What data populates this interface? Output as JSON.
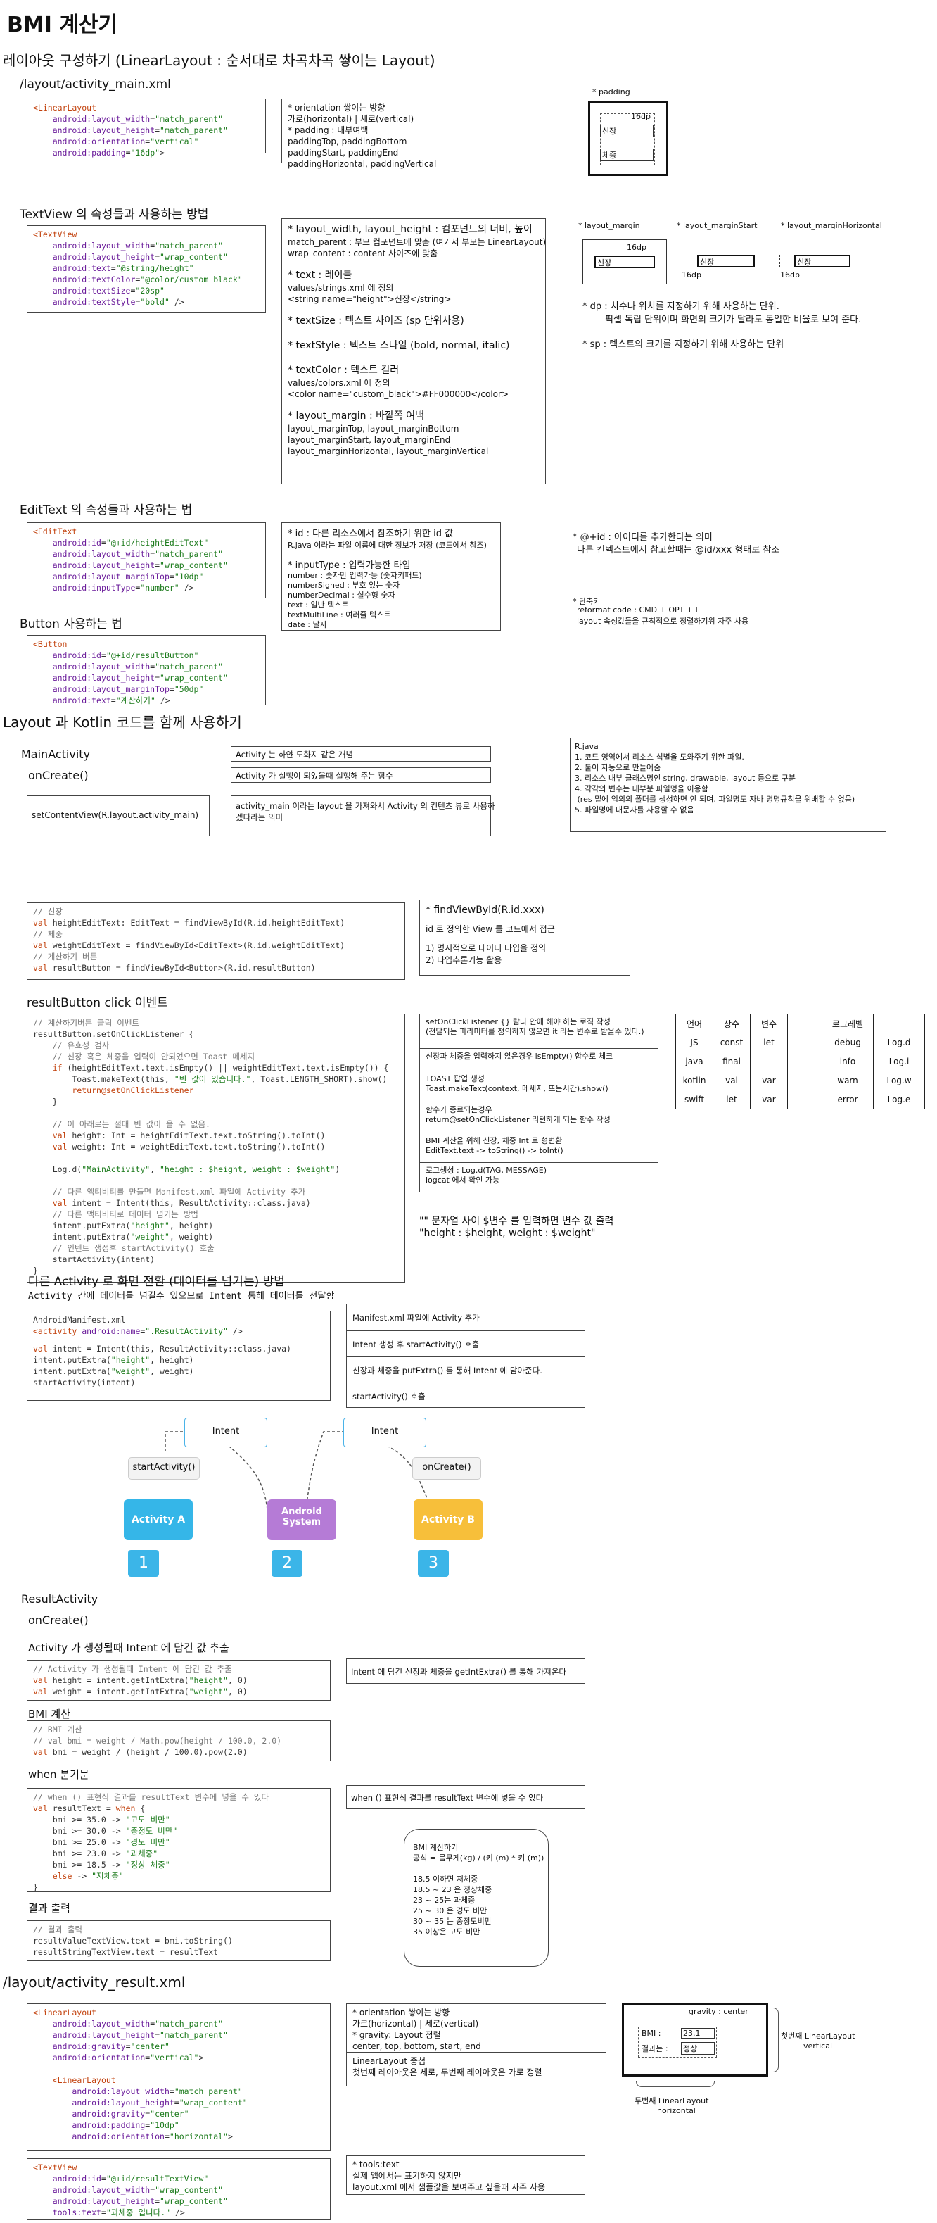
{
  "title": "BMI 계산기",
  "sec_layout": "레이아웃 구성하기 (LinearLayout : 순서대로 차곡차곡 쌓이는 Layout)",
  "sub_main_xml": "/layout/activity_main.xml",
  "code_linear": [
    "<LinearLayout",
    "    android:layout_width=\"match_parent\"",
    "    android:layout_height=\"match_parent\"",
    "    android:orientation=\"vertical\"",
    "    android:padding=\"16dp\">"
  ],
  "note_linear": [
    "* orientation 쌓이는 방향",
    "가로(horizontal) | 세로(vertical)",
    "* padding : 내부여백",
    "paddingTop, paddingBottom",
    "paddingStart, paddingEnd",
    "paddingHorizontal, paddingVertical"
  ],
  "pad_diagram": {
    "label": "* padding",
    "dp": "16dp",
    "item1": "신장",
    "item2": "체중"
  },
  "sub_textview": "TextView 의 속성들과 사용하는 방법",
  "code_textview": [
    "<TextView",
    "    android:layout_width=\"match_parent\"",
    "    android:layout_height=\"wrap_content\"",
    "    android:text=\"@string/height\"",
    "    android:textColor=\"@color/custom_black\"",
    "    android:textSize=\"20sp\"",
    "    android:textStyle=\"bold\" />"
  ],
  "note_textview": {
    "p1_title": "* layout_width, layout_height : 컴포넌트의 너비, 높이",
    "p1_lines": [
      "match_parent : 부모 컴포넌트에 맞춤 (여기서 부모는 LinearLayout)",
      "wrap_content : content 사이즈에 맞춤"
    ],
    "p2_title": "* text : 레이블",
    "p2_lines": [
      "values/strings.xml 에 정의",
      "<string name=\"height\">신장</string>"
    ],
    "p3_title": "* textSize : 텍스트 사이즈 (sp 단위사용)",
    "p4_title": "* textStyle : 텍스트 스타일 (bold, normal, italic)",
    "p5_title": "* textColor : 텍스트 컬러",
    "p5_lines": [
      "values/colors.xml 에 정의",
      "<color name=\"custom_black\">#FF000000</color>"
    ],
    "p6_title": "* layout_margin : 바깥쪽 여백",
    "p6_lines": [
      "layout_marginTop, layout_marginBottom",
      "layout_marginStart, layout_marginEnd",
      "layout_marginHorizontal, layout_marginVertical"
    ]
  },
  "margin_diagram": {
    "l1": "* layout_margin",
    "l2": "* layout_marginStart",
    "l3": "* layout_marginHorizontal",
    "dp": "16dp",
    "item": "신장"
  },
  "unit_notes": {
    "dp1": "* dp : 치수나 위치를 지정하기 위해 사용하는 단위.",
    "dp2": "픽셀 독립 단위이며 화면의 크기가 달라도 동일한 비율로 보여 준다.",
    "sp": "* sp : 텍스트의 크기를 지정하기 위해 사용하는 단위"
  },
  "sub_edittext": "EditText 의 속성들과 사용하는 법",
  "code_edittext": [
    "<EditText",
    "    android:id=\"@+id/heightEditText\"",
    "    android:layout_width=\"match_parent\"",
    "    android:layout_height=\"wrap_content\"",
    "    android:layout_marginTop=\"10dp\"",
    "    android:inputType=\"number\" />"
  ],
  "note_edittext": {
    "t1": "* id : 다른 리소스에서 참조하기 위한 id 값",
    "l1": "R.java 이라는 파일 이름에 대한 정보가 저장 (코드에서 참조)",
    "t2": "* inputType : 입력가능한 타입",
    "l2": [
      "number : 숫자만 입력가능 (숫자키패드)",
      "numberSigned : 부호 있는 숫자",
      "numberDecimal : 실수형 숫자",
      "text : 일반 텍스트",
      "textMultiLine : 여러줄 텍스트",
      "date : 날자"
    ]
  },
  "id_note": {
    "l1": "* @+id : 아이디를 추가한다는 의미",
    "l2": "다른 컨텍스트에서 참고할때는 @id/xxx 형태로 참조"
  },
  "shortcut": {
    "l1": "* 단축키",
    "l2": "reformat code : CMD + OPT + L",
    "l3": "layout 속성값들을 규칙적으로 정렬하기위 자주 사용"
  },
  "sub_button": "Button 사용하는 법",
  "code_button": [
    "<Button",
    "    android:id=\"@+id/resultButton\"",
    "    android:layout_width=\"match_parent\"",
    "    android:layout_height=\"wrap_content\"",
    "    android:layout_marginTop=\"50dp\"",
    "    android:text=\"계산하기\" />"
  ],
  "sec_kotlin": "Layout 과 Kotlin 코드를 함께 사용하기",
  "main_activity": "MainActivity",
  "on_create": "onCreate()",
  "note_activity": "Activity 는 하얀 도화지 같은 개념",
  "note_oncreate": "Activity 가 실행이 되었을때 실행해 주는 함수",
  "set_content": "setContentView(R.layout.activity_main)",
  "note_setcontent": [
    "activity_main 이라는 layout 을 가져와서 Activity 의 컨텐츠 뷰로 사용하",
    "겠다라는 의미"
  ],
  "rjava": [
    "R.java",
    "1. 코드 영역에서 리소스 식별을 도와주기 위한 파일.",
    "2. 툴이 자동으로 만들어줌",
    "3. 리소스 내부 클래스명인 string, drawable, layout 등으로 구분",
    "4. 각각의 변수는 대부분 파일명을 이용함",
    " (res 밑에 임의의 폴더를 생성하면 안 되며, 파일명도 자바 명명규칙을 위배할 수 없음)",
    "5. 파일명에 대문자를 사용할 수 없음"
  ],
  "code_find": [
    "// 신장",
    "val heightEditText: EditText = findViewById(R.id.heightEditText)",
    "// 체중",
    "val weightEditText = findViewById<EditText>(R.id.weightEditText)",
    "// 계산하기 버튼",
    "val resultButton = findViewById<Button>(R.id.resultButton)"
  ],
  "note_find": {
    "t": "* findViewById(R.id.xxx)",
    "l1": "id 로 정의한 View 를 코드에서 접근",
    "l2": "1) 명시적으로 데이터 타입을 정의",
    "l3": "2) 타입추론기능 활용"
  },
  "sub_click": "resultButton click 이벤트",
  "code_click": [
    "// 계산하기버튼 클릭 이벤트",
    "resultButton.setOnClickListener {",
    "    // 유효성 검사",
    "    // 신장 혹은 체중을 입력이 안되었으면 Toast 메세지",
    "    if (heightEditText.text.isEmpty() || weightEditText.text.isEmpty()) {",
    "        Toast.makeText(this, \"빈 값이 있습니다.\", Toast.LENGTH_SHORT).show()",
    "        return@setOnClickListener",
    "    }",
    "",
    "    // 이 아래로는 절대 빈 값이 올 수 없음.",
    "    val height: Int = heightEditText.text.toString().toInt()",
    "    val weight: Int = weightEditText.text.toString().toInt()",
    "",
    "    Log.d(\"MainActivity\", \"height : $height, weight : $weight\")",
    "",
    "    // 다른 액티비티를 만들면 Manifest.xml 파일에 Activity 추가",
    "    val intent = Intent(this, ResultActivity::class.java)",
    "    // 다른 액티비티로 데이터 넘기는 방법",
    "    intent.putExtra(\"height\", height)",
    "    intent.putExtra(\"weight\", weight)",
    "    // 인텐트 생성후 startActivity() 호출",
    "    startActivity(intent)",
    "}"
  ],
  "click_notes": [
    [
      "setOnClickListener {} 람다 안에 해야 하는 로직 작성",
      "(전달되는 파라미터를 정의하지 않으면 it 라는 변수로 받을수 있다.)"
    ],
    [
      "신장과 체중을 입력하지 않은경우 isEmpty() 함수로 체크"
    ],
    [
      "TOAST 팝업 생성",
      "Toast.makeText(context, 메세지, 뜨는시간).show()"
    ],
    [
      "함수가 종료되는경우",
      "return@setOnClickListener 리턴하게 되는 함수 작성"
    ],
    [
      "BMI 계산을 위해 신장, 체중 Int 로 형변환",
      "EditText.text -> toString() -> toInt()"
    ],
    [
      "로그생성 : Log.d(TAG, MESSAGE)",
      "logcat 에서 확인 가능"
    ]
  ],
  "table_lang": [
    [
      "언어",
      "상수",
      "변수"
    ],
    [
      "JS",
      "const",
      "let"
    ],
    [
      "java",
      "final",
      "-"
    ],
    [
      "kotlin",
      "val",
      "var"
    ],
    [
      "swift",
      "let",
      "var"
    ]
  ],
  "table_log": [
    [
      "로그레벨",
      ""
    ],
    [
      "debug",
      "Log.d"
    ],
    [
      "info",
      "Log.i"
    ],
    [
      "warn",
      "Log.w"
    ],
    [
      "error",
      "Log.e"
    ]
  ],
  "dollar_note": {
    "l1": "\"\" 문자열 사이 $변수 를 입력하면 변수 값 출력",
    "l2": "\"height : $height, weight : $weight\""
  },
  "sec_intent": "다른 Activity 로 화면 전환 (데이터를 넘기는) 방법",
  "sec_intent_sub": "Activity 간에 데이터를 넘길수 있으므로 Intent 통해 데이터를 전달함",
  "code_manifest": [
    "AndroidManifest.xml",
    "<activity android:name=\".ResultActivity\" />"
  ],
  "code_intent": [
    "val intent = Intent(this, ResultActivity::class.java)",
    "intent.putExtra(\"height\", height)",
    "intent.putExtra(\"weight\", weight)",
    "startActivity(intent)"
  ],
  "intent_notes": [
    "Manifest.xml 파일에 Activity 추가",
    "Intent 생성 후 startActivity() 호출",
    "신장과 체중을 putExtra() 를 통해 Intent 에 담아준다.",
    "startActivity() 호출"
  ],
  "flow": {
    "intent": "Intent",
    "start": "startActivity()",
    "oncreate": "onCreate()",
    "a": "Activity A",
    "sys1": "Android",
    "sys2": "System",
    "b": "Activity B",
    "n1": "1",
    "n2": "2",
    "n3": "3",
    "color_a": "#35b6e8",
    "color_sys": "#b57bd6",
    "color_b": "#f7bf3a"
  },
  "result_activity": "ResultActivity",
  "result_oncreate": "onCreate()",
  "sub_get_intent": "Activity 가 생성될때 Intent 에 담긴 값 추출",
  "code_get": [
    "// Activity 가 생성될때 Intent 에 담긴 값 추출",
    "val height = intent.getIntExtra(\"height\", 0)",
    "val weight = intent.getIntExtra(\"weight\", 0)"
  ],
  "note_get": "Intent 에 담긴 신장과 체중을 getIntExtra() 를 통해 가져온다",
  "sub_bmi": "BMI 계산",
  "code_bmi": [
    "// BMI 계산",
    "// val bmi = weight / Math.pow(height / 100.0, 2.0)",
    "val bmi = weight / (height / 100.0).pow(2.0)"
  ],
  "sub_when": "when 분기문",
  "code_when": [
    "// when () 표현식 결과를 resultText 변수에 넣을 수 있다",
    "val resultText = when {",
    "    bmi >= 35.0 -> \"고도 비만\"",
    "    bmi >= 30.0 -> \"중정도 비만\"",
    "    bmi >= 25.0 -> \"경도 비만\"",
    "    bmi >= 23.0 -> \"과체중\"",
    "    bmi >= 18.5 -> \"정상 체중\"",
    "    else -> \"저체중\"",
    "}"
  ],
  "note_when": "when () 표현식 결과를 resultText 변수에 넣을 수 있다",
  "bmi_info": [
    "BMI 계산하기",
    "공식 = 몸무게(kg) / (키 (m) * 키 (m))",
    "",
    "18.5 이하면 저체중",
    "18.5 ~ 23 은 정상체중",
    "23 ~ 25는 과체중",
    "25 ~ 30 은 경도 비만",
    "30 ~ 35 는 중정도비만",
    "35 이상은 고도 비만"
  ],
  "sub_output": "결과 출력",
  "code_output": [
    "// 결과 출력",
    "resultValueTextView.text = bmi.toString()",
    "resultStringTextView.text = resultText"
  ],
  "sec_result_xml": "/layout/activity_result.xml",
  "code_result_layout": [
    "<LinearLayout",
    "    android:layout_width=\"match_parent\"",
    "    android:layout_height=\"match_parent\"",
    "    android:gravity=\"center\"",
    "    android:orientation=\"vertical\">",
    "",
    "    <LinearLayout",
    "        android:layout_width=\"match_parent\"",
    "        android:layout_height=\"wrap_content\"",
    "        android:gravity=\"center\"",
    "        android:padding=\"10dp\"",
    "        android:orientation=\"horizontal\">"
  ],
  "note_gravity": [
    "* orientation 쌓이는 방향",
    "가로(horizontal) | 세로(vertical)",
    "* gravity: Layout 정렬",
    "center, top, bottom, start, end"
  ],
  "note_nested": [
    "LinearLayout 중첩",
    "첫번째 레이아웃은 세로, 두번째 레이아웃은 가로 정렬"
  ],
  "gravity_diagram": {
    "gravity": "gravity : center",
    "bmi": "BMI :",
    "bmi_val": "23.1",
    "res": "결과는 :",
    "res_val": "정상",
    "first1": "첫번째 LinearLayout",
    "first2": "vertical",
    "second1": "두번째 LinearLayout",
    "second2": "horizontal"
  },
  "code_tools": [
    "<TextView",
    "    android:id=\"@+id/resultTextView\"",
    "    android:layout_width=\"wrap_content\"",
    "    android:layout_height=\"wrap_content\"",
    "    tools:text=\"과체중 입니다.\" />"
  ],
  "note_tools": [
    "* tools:text",
    "실제 앱에서는 표기하지 않지만",
    "layout.xml 에서 샘플값을 보여주고 싶을때 자주 사용"
  ]
}
